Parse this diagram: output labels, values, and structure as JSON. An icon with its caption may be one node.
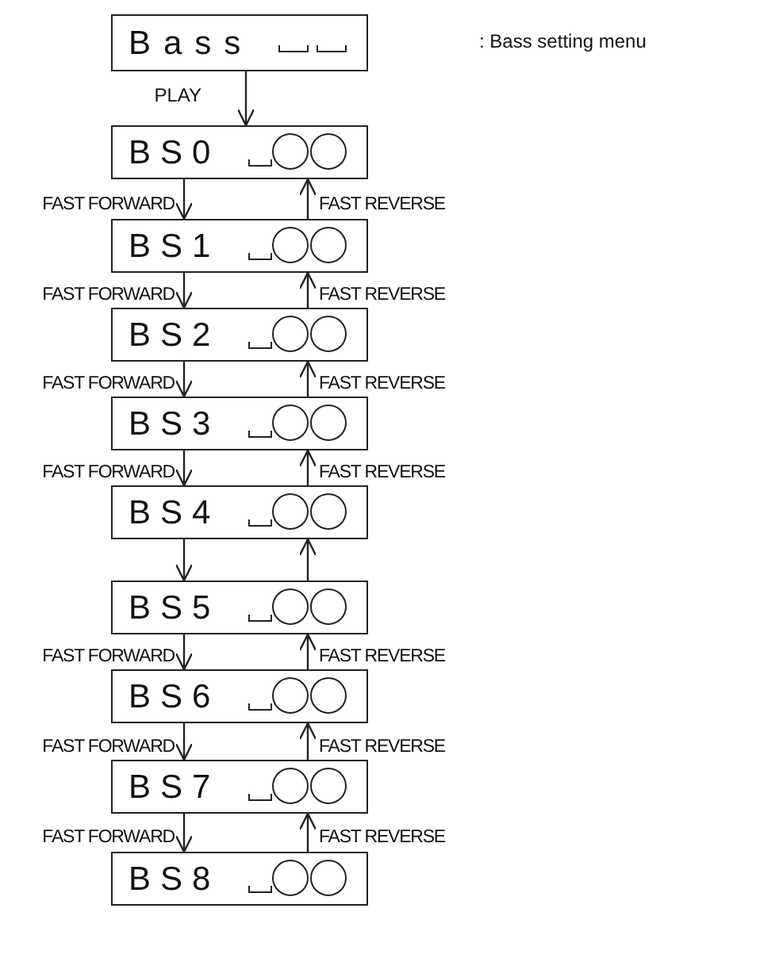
{
  "diagram": {
    "nodes": [
      {
        "text": [
          "Bass"
        ]
      },
      {
        "text": [
          "BS0"
        ]
      },
      {
        "text": [
          "BS1"
        ]
      },
      {
        "text": [
          "BS2"
        ]
      },
      {
        "text": [
          "BS3"
        ]
      },
      {
        "text": [
          "BS4"
        ]
      },
      {
        "text": [
          "BS5"
        ]
      },
      {
        "text": [
          "BS6"
        ]
      },
      {
        "text": [
          "BS7"
        ]
      },
      {
        "text": [
          "BS8"
        ]
      }
    ],
    "edges": [
      {
        "from": 0,
        "to": 1,
        "arrow": "to",
        "label": "PLAY"
      },
      {
        "from": 1,
        "to": 2,
        "arrow": "to",
        "label": "FAST FORWARD"
      },
      {
        "from": 2,
        "to": 1,
        "arrow": "to",
        "label": "FAST REVERSE"
      },
      {
        "from": 2,
        "to": 3,
        "arrow": "to",
        "label": "FAST FORWARD"
      },
      {
        "from": 3,
        "to": 2,
        "arrow": "to",
        "label": "FAST REVERSE"
      },
      {
        "from": 3,
        "to": 4,
        "arrow": "to",
        "label": "FAST FORWARD"
      },
      {
        "from": 4,
        "to": 3,
        "arrow": "to",
        "label": "FAST REVERSE"
      },
      {
        "from": 4,
        "to": 5,
        "arrow": "to",
        "label": "FAST FORWARD"
      },
      {
        "from": 5,
        "to": 4,
        "arrow": "to",
        "label": "FAST REVERSE"
      },
      {
        "from": 5,
        "to": 6,
        "arrow": "to"
      },
      {
        "from": 6,
        "to": 5,
        "arrow": "to"
      },
      {
        "from": 6,
        "to": 7,
        "arrow": "to",
        "label": "FAST FORWARD"
      },
      {
        "from": 7,
        "to": 6,
        "arrow": "to",
        "label": "FAST REVERSE"
      },
      {
        "from": 7,
        "to": 8,
        "arrow": "to",
        "label": "FAST FORWARD"
      },
      {
        "from": 8,
        "to": 7,
        "arrow": "to",
        "label": "FAST REVERSE"
      },
      {
        "from": 8,
        "to": 9,
        "arrow": "to",
        "label": "FAST FORWARD"
      },
      {
        "from": 9,
        "to": 8,
        "arrow": "to",
        "label": "FAST REVERSE"
      }
    ],
    "labels": [
      ": Bass setting menu"
    ]
  }
}
